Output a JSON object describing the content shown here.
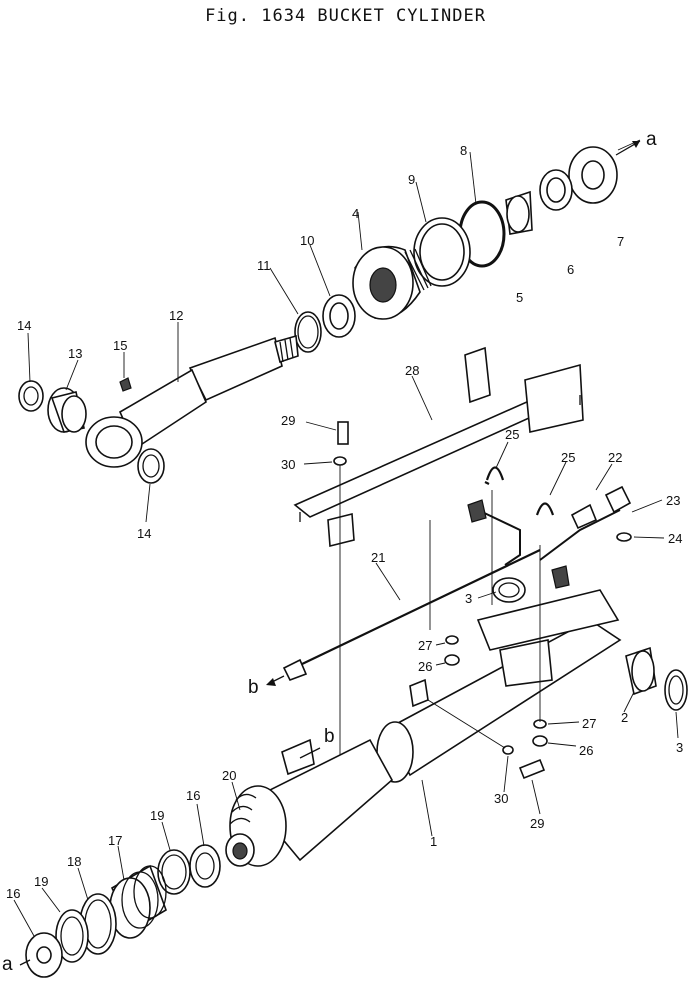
{
  "figure": {
    "title": "Fig. 1634 BUCKET CYLINDER"
  },
  "callouts": {
    "c1": "1",
    "c2": "2",
    "c3a": "3",
    "c3b": "3",
    "c4": "4",
    "c5": "5",
    "c6": "6",
    "c7": "7",
    "c8": "8",
    "c9": "9",
    "c10": "10",
    "c11": "11",
    "c12": "12",
    "c13": "13",
    "c14a": "14",
    "c14b": "14",
    "c15": "15",
    "c16a": "16",
    "c16b": "16",
    "c17": "17",
    "c18": "18",
    "c19a": "19",
    "c19b": "19",
    "c20": "20",
    "c21": "21",
    "c22": "22",
    "c23": "23",
    "c24": "24",
    "c25a": "25",
    "c25b": "25",
    "c26a": "26",
    "c26b": "26",
    "c27a": "27",
    "c27b": "27",
    "c28": "28",
    "c29a": "29",
    "c29b": "29",
    "c30a": "30",
    "c30b": "30"
  },
  "refs": {
    "a_top": "a",
    "a_bottom": "a",
    "b_left": "b",
    "b_mid": "b"
  }
}
